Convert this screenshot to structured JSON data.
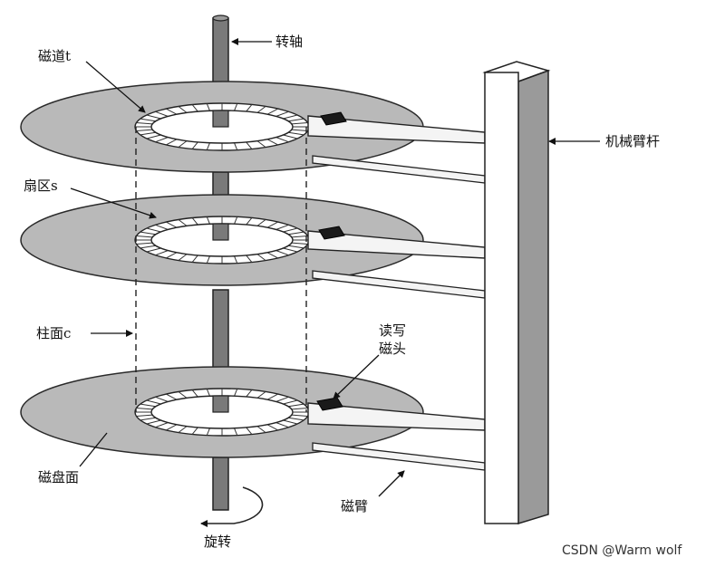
{
  "labels": {
    "spindle": "转轴",
    "track": "磁道t",
    "sector": "扇区s",
    "cylinder": "柱面c",
    "rw_head_line1": "读写",
    "rw_head_line2": "磁头",
    "platter_surface": "磁盘面",
    "arm": "磁臂",
    "actuator": "机械臂杆",
    "rotation": "旋转"
  },
  "watermark": "CSDN @Warm wolf",
  "colors": {
    "platter": "#b9b9b9",
    "platter_stroke": "#2a2a2a",
    "track_ring": "#ffffff",
    "spindle": "#7a7a7a",
    "head": "#1a1a1a",
    "arm": "#f4f4f4",
    "actuator_front": "#ffffff",
    "actuator_side": "#9a9a9a"
  }
}
